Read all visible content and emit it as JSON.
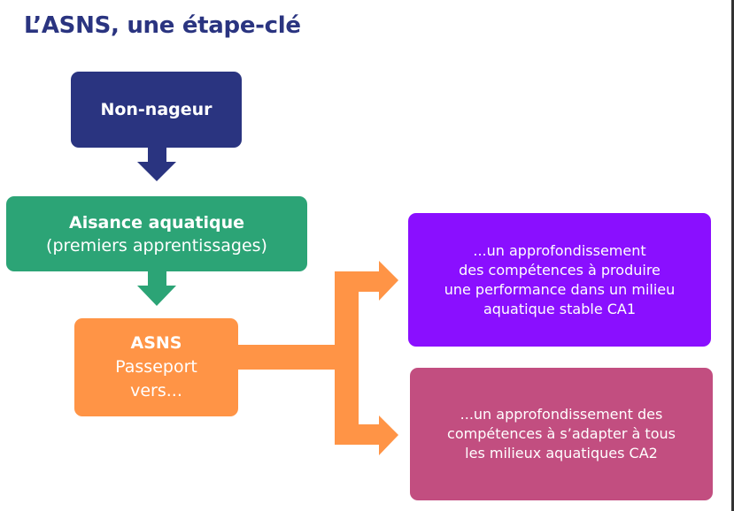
{
  "title": "L’ASNS, une étape-clé",
  "colors": {
    "title": "#2a3480",
    "non_nageur": "#2a3480",
    "aisance": "#2ca476",
    "asns": "#ff9446",
    "ca1": "#8a0fff",
    "ca2": "#c24e80"
  },
  "nodes": {
    "non_nageur": {
      "label": "Non-nageur"
    },
    "aisance": {
      "label": "Aisance aquatique",
      "sublabel": "(premiers apprentissages)"
    },
    "asns": {
      "label": "ASNS",
      "line2": "Passeport",
      "line3": "vers..."
    },
    "ca1": {
      "lines": [
        "...un approfondissement",
        "des compétences à produire",
        "une performance dans un milieu",
        "aquatique stable CA1"
      ]
    },
    "ca2": {
      "lines": [
        "...un approfondissement des",
        "compétences à s’adapter à tous",
        "les milieux aquatiques CA2"
      ]
    }
  }
}
